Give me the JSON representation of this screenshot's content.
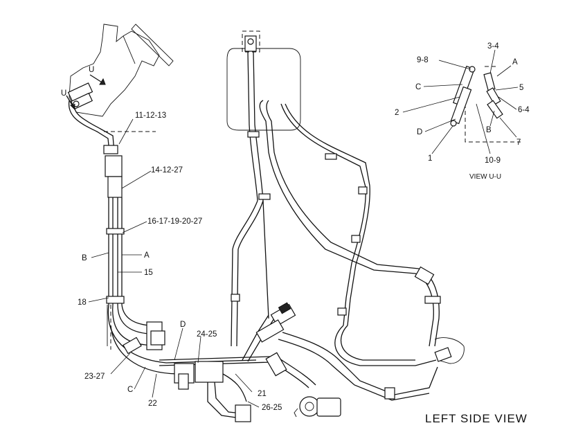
{
  "view_title": "LEFT SIDE VIEW",
  "detail_view_title": "VIEW U-U",
  "section_marker": "U",
  "callouts": {
    "c_11_12_13": "11-12-13",
    "c_14_12_27": "14-12-27",
    "c_16_17_19_20_27": "16-17-19-20-27",
    "c_A": "A",
    "c_B": "B",
    "c_15": "15",
    "c_18": "18",
    "c_D": "D",
    "c_24_25": "24-25",
    "c_23_27": "23-27",
    "c_C": "C",
    "c_22": "22",
    "c_21": "21",
    "c_26_25": "26-25"
  },
  "detail_callouts": {
    "d_3_4": "3-4",
    "d_9_8": "9-8",
    "d_A": "A",
    "d_C": "C",
    "d_5": "5",
    "d_2": "2",
    "d_6_4": "6-4",
    "d_D": "D",
    "d_B": "B",
    "d_7": "7",
    "d_1": "1",
    "d_10_9": "10-9"
  }
}
